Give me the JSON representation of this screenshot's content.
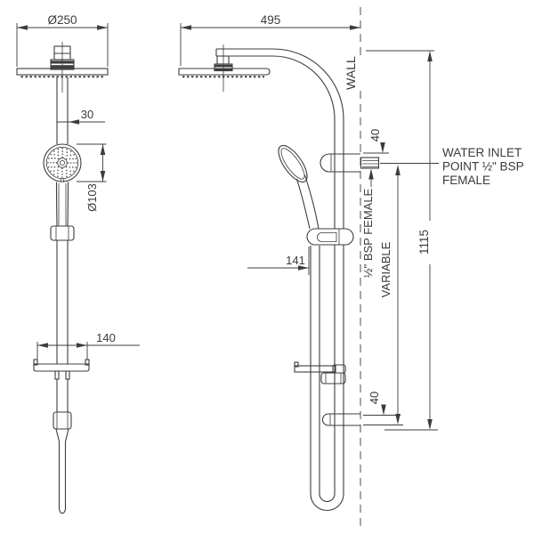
{
  "drawing": {
    "type": "shower-column-dimension-drawing",
    "colors": {
      "line": "#3c3c3c",
      "text": "#3a3a3a",
      "background": "#ffffff"
    }
  },
  "front_view": {
    "head_diameter": "Ø250",
    "pipe_diameter": "30",
    "handshower_diameter": "Ø103",
    "soap_dish_width": "140"
  },
  "side_view": {
    "arm_reach": "495",
    "wall_label": "WALL",
    "top_bracket_offset": "40",
    "water_inlet_note_lines": [
      "WATER INLET",
      "POINT ½\" BSP",
      "FEMALE"
    ],
    "inlet_thread_label": "½\" BSP FEMALE",
    "variable_label": "VARIABLE",
    "overall_height": "1115",
    "handshower_reach": "141",
    "bottom_bracket_offset": "40"
  }
}
